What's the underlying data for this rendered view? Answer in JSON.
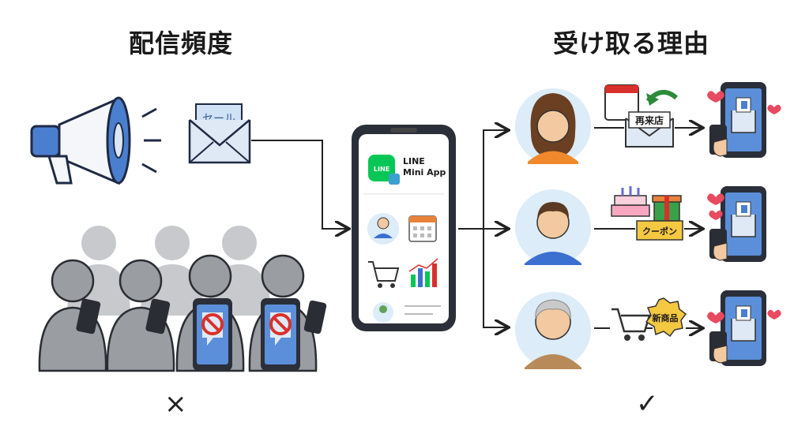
{
  "left": {
    "title": "配信頻度",
    "mark": "×",
    "ticket_text": "セール"
  },
  "right": {
    "title": "受け取る理由",
    "mark": "✓"
  },
  "phone": {
    "app_name_line1": "LINE",
    "app_name_line2": "Mini App",
    "logo_text": "LINE"
  },
  "reasons": [
    {
      "label": "再来店",
      "person": "woman"
    },
    {
      "label": "クーポン",
      "person": "man"
    },
    {
      "label": "新商品",
      "person": "senior"
    }
  ],
  "colors": {
    "line_green": "#06c755",
    "phone_frame": "#2b2f3a",
    "screen_blue": "#5b8fd9",
    "heart": "#e84a5f",
    "ticket_yellow": "#f5c842",
    "circle_bg": "#dcecf8"
  }
}
